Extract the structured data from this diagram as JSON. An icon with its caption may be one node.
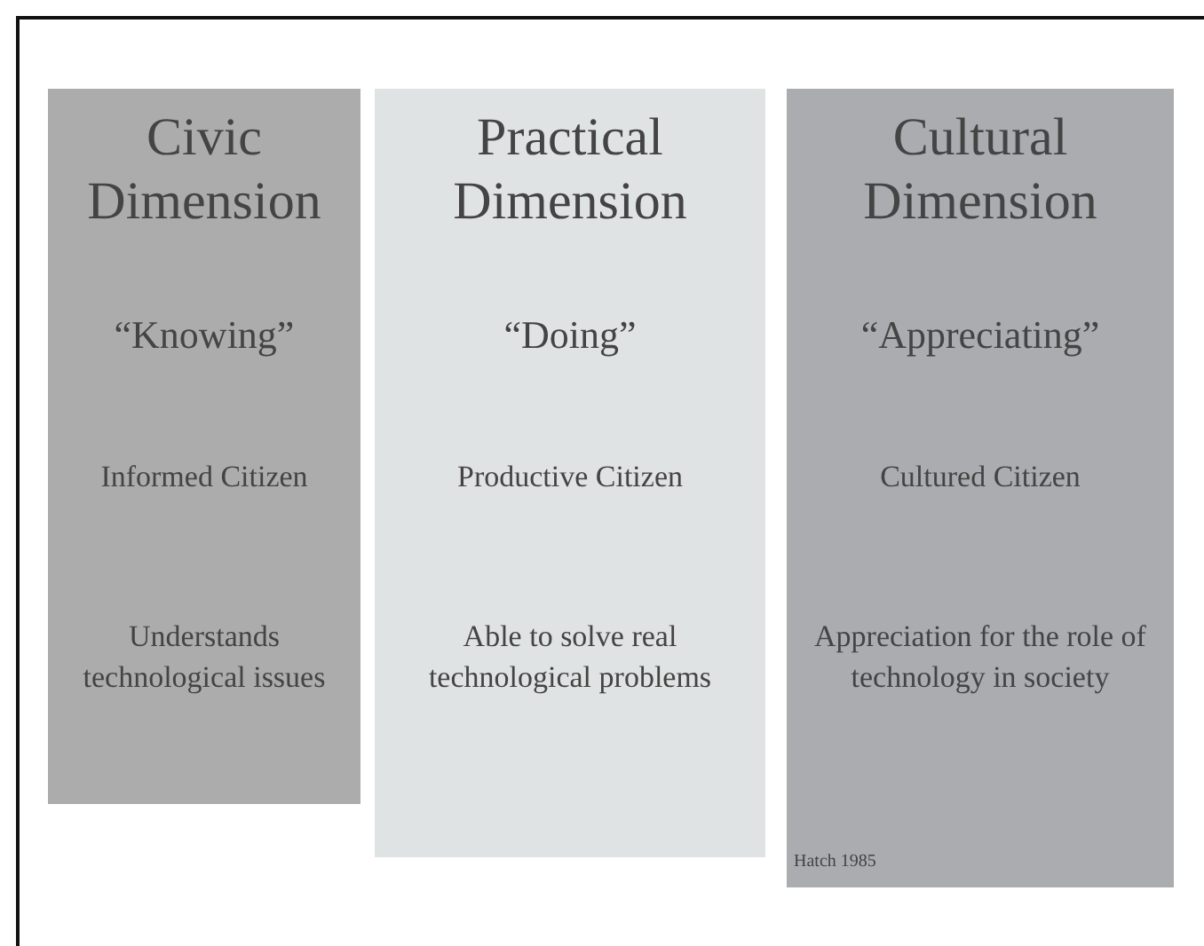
{
  "diagram": {
    "nodes": [
      {
        "text": [
          "Civic Dimension",
          "“Knowing”",
          "Informed Citizen",
          "Understands technological issues"
        ]
      },
      {
        "text": [
          "Practical Dimension",
          "“Doing”",
          "Productive Citizen",
          "Able to solve real technological problems"
        ]
      },
      {
        "text": [
          "Cultural Dimension",
          "“Appreciating”",
          "Cultured Citizen",
          "Appreciation for the role of technology in society"
        ]
      }
    ],
    "labels": [
      "Hatch 1985"
    ]
  }
}
